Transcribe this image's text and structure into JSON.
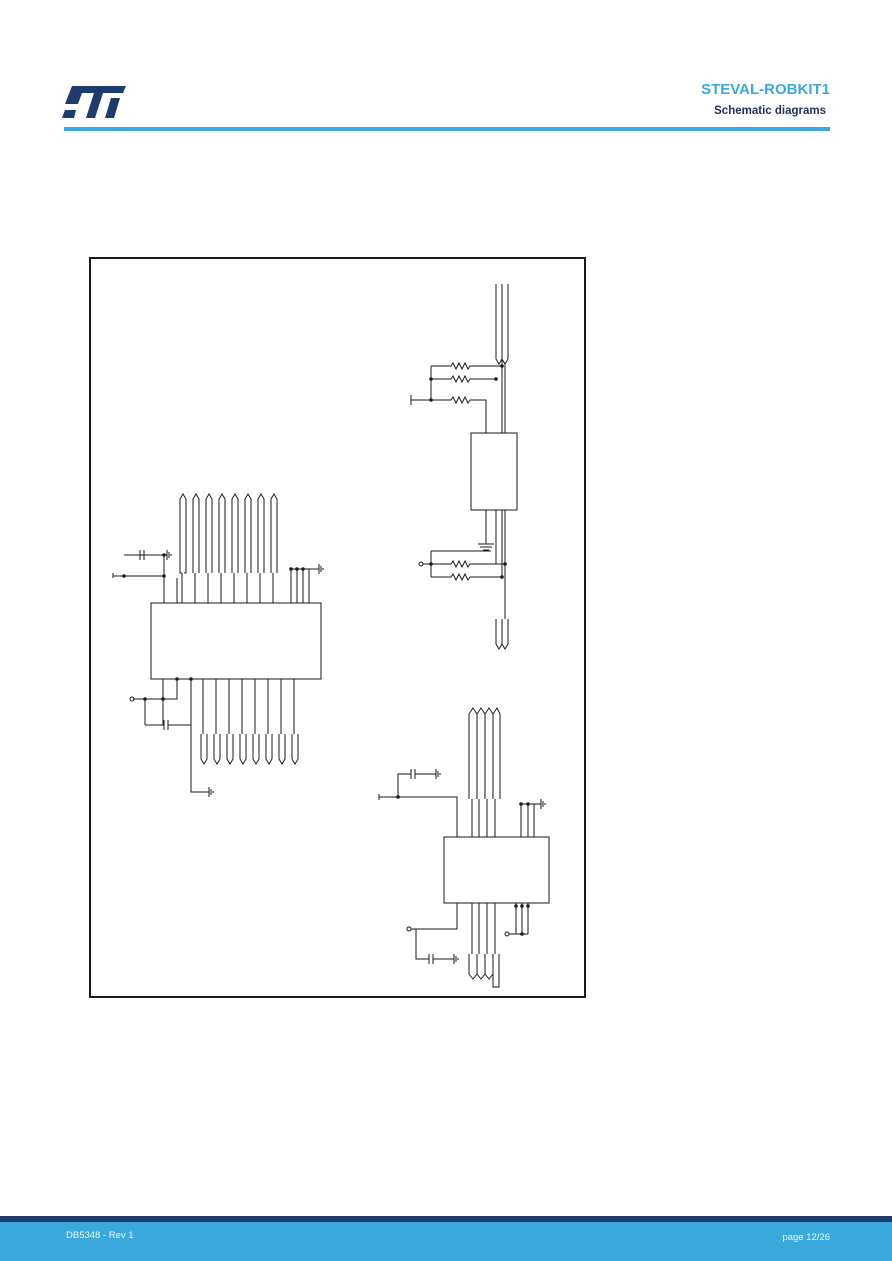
{
  "header": {
    "logo_text": "ST",
    "title": "STEVAL-ROBKIT1",
    "subtitle": "Schematic diagrams"
  },
  "footer": {
    "doc_id": "DB5348 - Rev 1",
    "page": "page 12/26"
  },
  "colors": {
    "accent": "#3ca9dc",
    "footer_dark": "#1e3b6e",
    "subtitle": "#1e2f5a"
  }
}
